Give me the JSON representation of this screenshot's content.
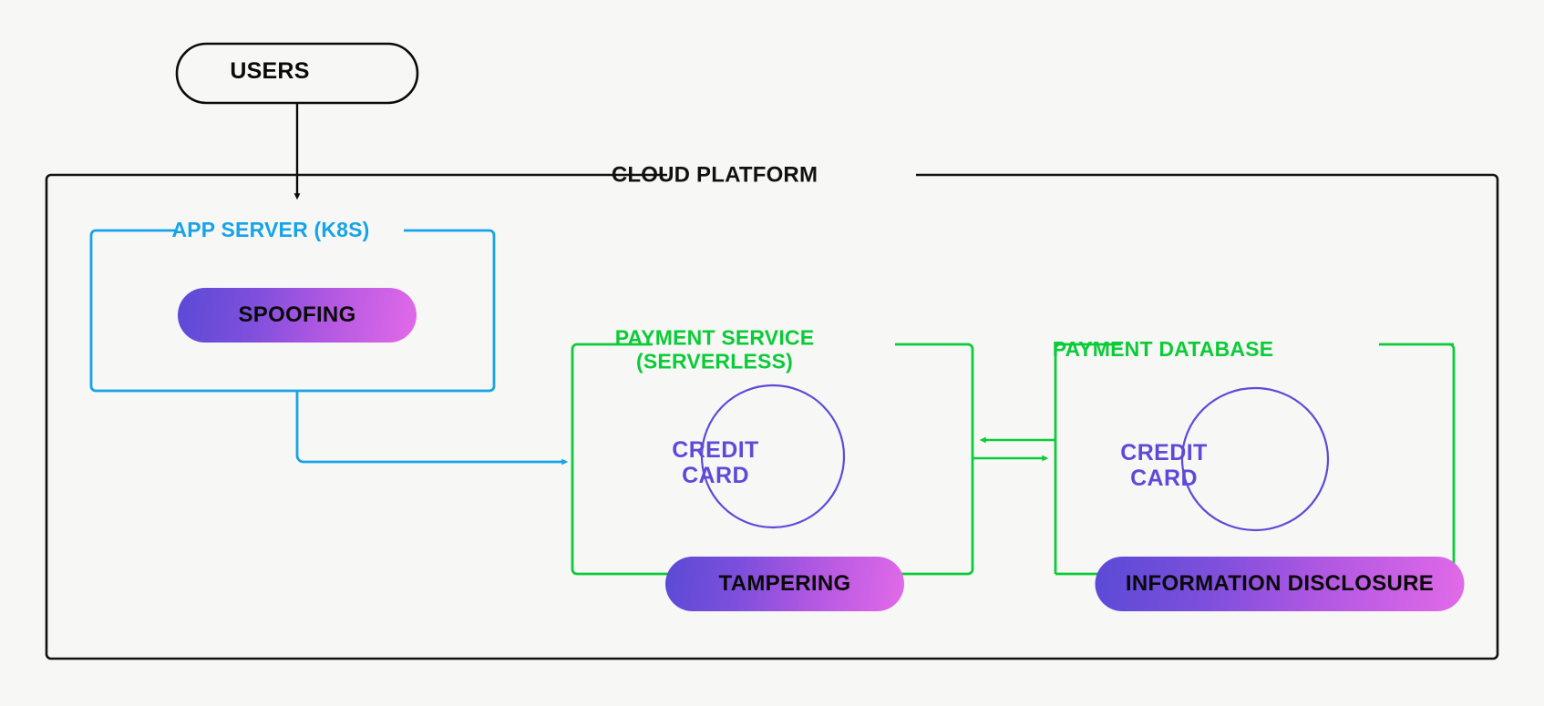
{
  "diagram": {
    "title": "Threat model of a cloud payment platform",
    "background_color": "#f7f7f6"
  },
  "external_actor": {
    "label": "USERS",
    "shape": "rounded-pill",
    "stroke_color": "#0a0a0a"
  },
  "trust_boundaries": [
    {
      "id": "cloud-platform",
      "label": "CLOUD PLATFORM",
      "color": "#111111"
    },
    {
      "id": "app-server",
      "label": "APP SERVER (K8S)",
      "color": "#16a3e8"
    },
    {
      "id": "payment-service",
      "label": "PAYMENT SERVICE (SERVERLESS)",
      "label_line1": "PAYMENT SERVICE",
      "label_line2": "(SERVERLESS)",
      "color": "#0ccb38"
    },
    {
      "id": "payment-database",
      "label": "PAYMENT DATABASE",
      "color": "#0ccb38"
    }
  ],
  "data_assets": [
    {
      "id": "credit-card-service",
      "label_line1": "CREDIT",
      "label_line2": "CARD",
      "parent": "payment-service",
      "color": "#5d4bd8"
    },
    {
      "id": "credit-card-database",
      "label_line1": "CREDIT",
      "label_line2": "CARD",
      "parent": "payment-database",
      "color": "#5d4bd8"
    }
  ],
  "threats": [
    {
      "id": "spoofing",
      "label": "SPOOFING",
      "parent": "app-server",
      "gradient_from": "#5a4ad6",
      "gradient_to": "#e26ae8"
    },
    {
      "id": "tampering",
      "label": "TAMPERING",
      "parent": "payment-service",
      "gradient_from": "#5a4ad6",
      "gradient_to": "#e26ae8"
    },
    {
      "id": "information-disclosure",
      "label": "INFORMATION DISCLOSURE",
      "parent": "payment-database",
      "gradient_from": "#5a4ad6",
      "gradient_to": "#e26ae8"
    }
  ],
  "flows": [
    {
      "id": "users-to-app-server",
      "from": "USERS",
      "to": "APP SERVER (K8S)",
      "color": "#0a0a0a",
      "direction": "one-way"
    },
    {
      "id": "app-server-to-payment-service",
      "from": "APP SERVER (K8S)",
      "to": "PAYMENT SERVICE (SERVERLESS)",
      "color": "#16a3e8",
      "direction": "one-way"
    },
    {
      "id": "payment-service-to-database",
      "from": "PAYMENT SERVICE (SERVERLESS)",
      "to": "PAYMENT DATABASE",
      "color": "#0ccb38",
      "direction": "two-way"
    }
  ]
}
